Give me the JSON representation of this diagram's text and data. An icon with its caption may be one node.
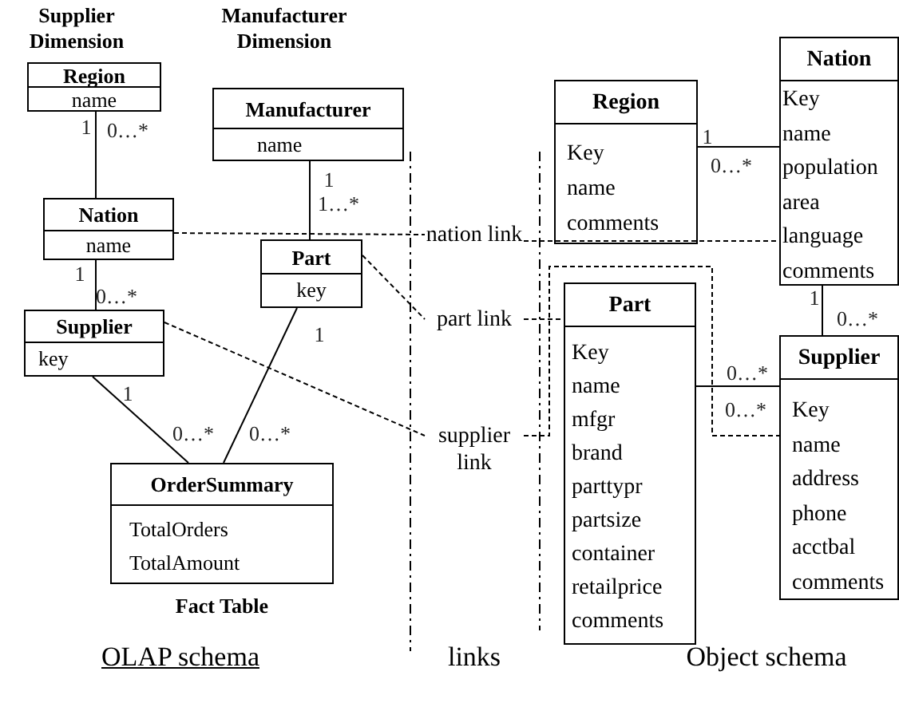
{
  "diagram": {
    "nodes": [
      {
        "text": [
          "Region",
          "name"
        ]
      },
      {
        "text": [
          "Manufacturer",
          "name"
        ]
      },
      {
        "text": [
          "Nation",
          "name"
        ]
      },
      {
        "text": [
          "Part",
          "key"
        ]
      },
      {
        "text": [
          "Supplier",
          "key"
        ]
      },
      {
        "text": [
          "OrderSummary",
          "TotalOrders",
          "TotalAmount"
        ],
        "beside": [
          "Fact Table"
        ]
      },
      {
        "text": [
          "nation link"
        ]
      },
      {
        "text": [
          "part link"
        ]
      },
      {
        "text": [
          "supplier link"
        ]
      },
      {
        "text": [
          "Region",
          "Key",
          "name",
          "comments"
        ]
      },
      {
        "text": [
          "Nation",
          "Key",
          "name",
          "population",
          "area",
          "language",
          "comments"
        ]
      },
      {
        "text": [
          "Part",
          "Key",
          "name",
          "mfgr",
          "brand",
          "parttypr",
          "partsize",
          "container",
          "retailprice",
          "comments"
        ]
      },
      {
        "text": [
          "Supplier",
          "Key",
          "name",
          "address",
          "phone",
          "acctbal",
          "comments"
        ]
      }
    ],
    "edges": [
      {
        "from": 0,
        "to": 2,
        "arrow": "none"
      },
      {
        "from": 2,
        "to": 4,
        "arrow": "none"
      },
      {
        "from": 1,
        "to": 3,
        "arrow": "none"
      },
      {
        "from": 3,
        "to": 5,
        "arrow": "none"
      },
      {
        "from": 4,
        "to": 5,
        "arrow": "none"
      },
      {
        "from": 2,
        "to": 6,
        "arrow": "none",
        "style": "dashed"
      },
      {
        "from": 3,
        "to": 7,
        "arrow": "none",
        "style": "dashed"
      },
      {
        "from": 4,
        "to": 8,
        "arrow": "none",
        "style": "dashed"
      },
      {
        "from": 6,
        "to": 10,
        "arrow": "none",
        "style": "dashed"
      },
      {
        "from": 7,
        "to": 11,
        "arrow": "none",
        "style": "dashed"
      },
      {
        "from": 8,
        "to": 12,
        "arrow": "none",
        "style": "dashed"
      },
      {
        "from": 9,
        "to": 10,
        "arrow": "none"
      },
      {
        "from": 10,
        "to": 12,
        "arrow": "none"
      },
      {
        "from": 11,
        "to": 12,
        "arrow": "none"
      }
    ],
    "labels": [
      "Supplier Dimension",
      "Manufacturer Dimension",
      "1",
      "0…*",
      "1",
      "1…*",
      "1",
      "0…*",
      "1",
      "0…*",
      "1",
      "0…*",
      "1",
      "0…*",
      "1",
      "0…*",
      "0…*",
      "0…*",
      "OLAP schema",
      "links",
      "Object schema"
    ]
  }
}
